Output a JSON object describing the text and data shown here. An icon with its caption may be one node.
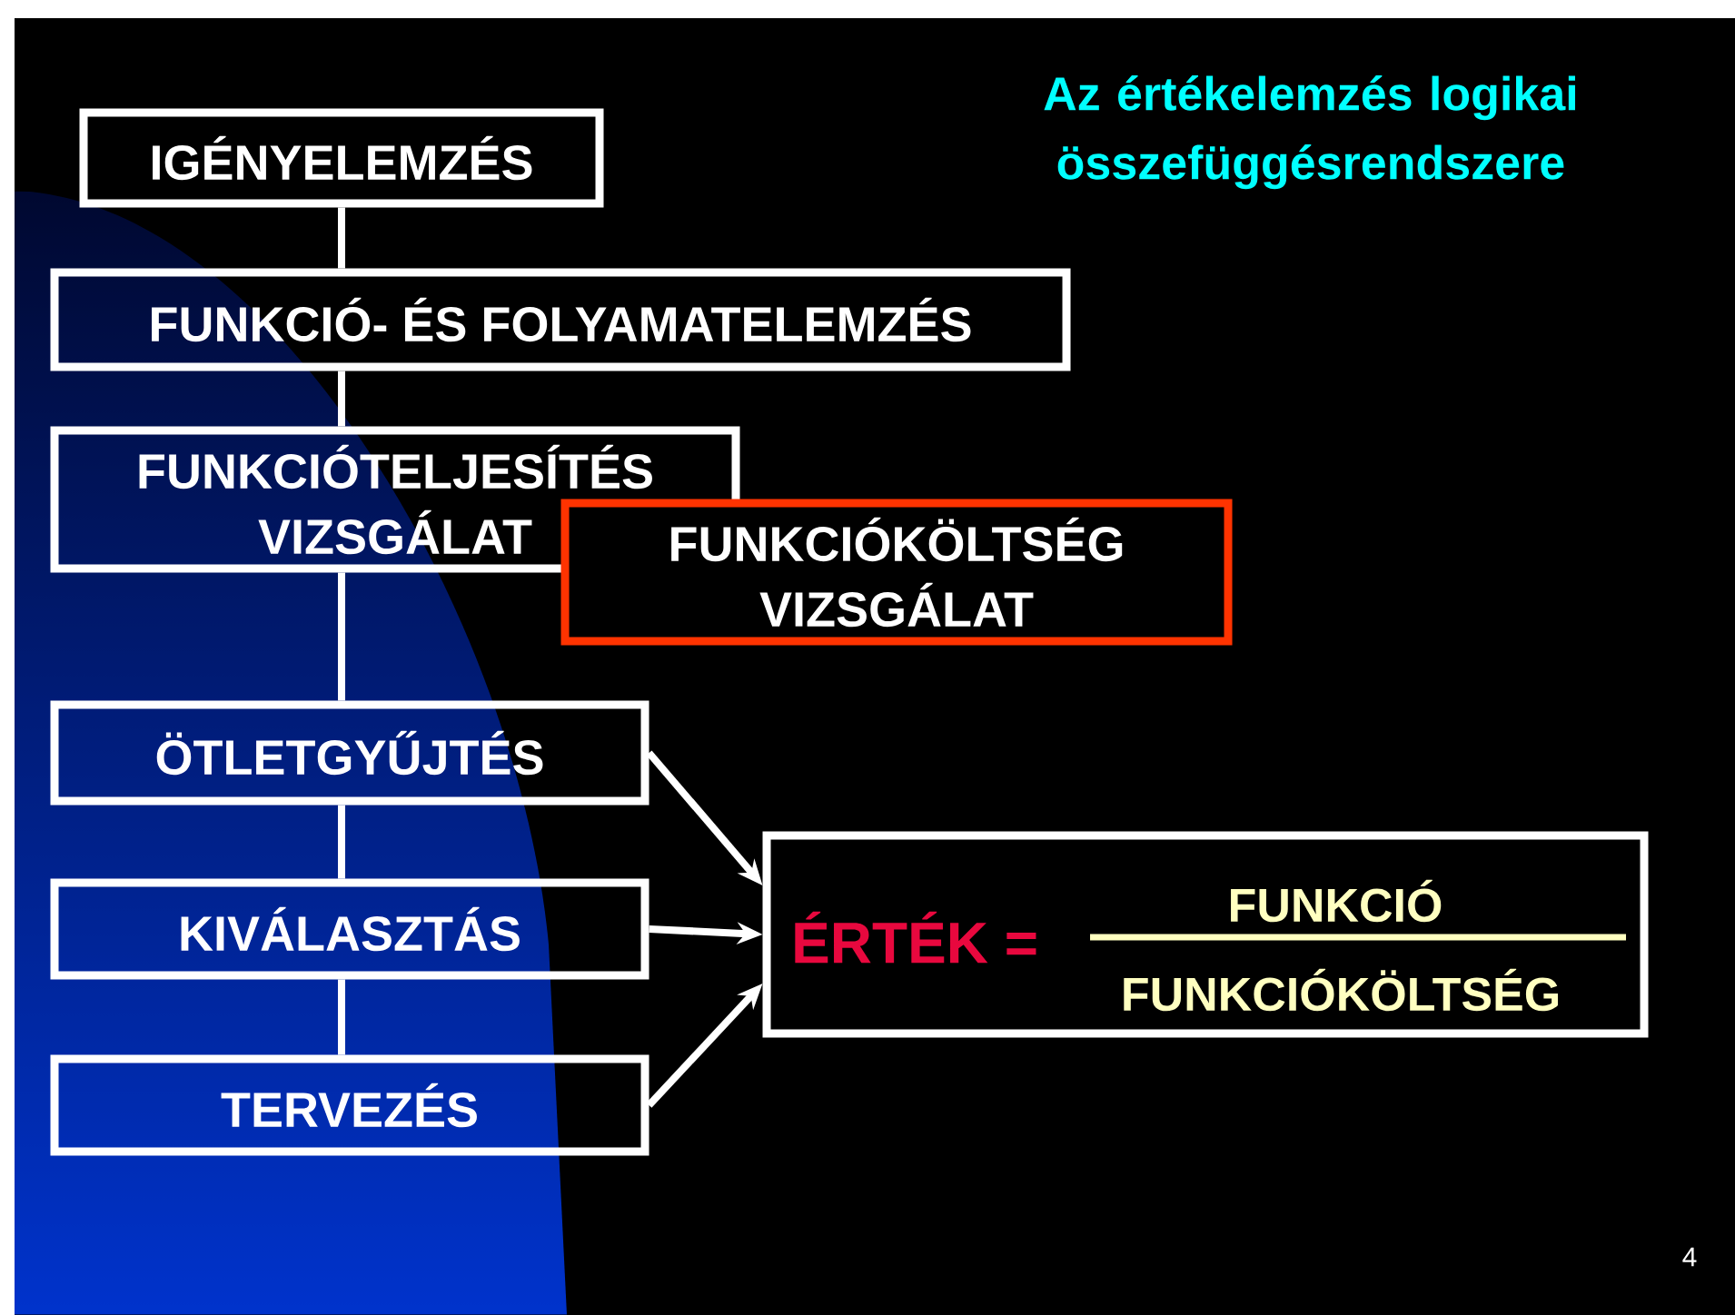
{
  "diagram": {
    "title": "Az értékelemzés logikai összefüggésrendszere",
    "nodes": [
      {
        "text": [
          "IGÉNYELEMZÉS"
        ]
      },
      {
        "text": [
          "FUNKCIÓ- ÉS FOLYAMATELEMZÉS"
        ]
      },
      {
        "text": [
          "FUNKCIÓTELJESÍTÉS VIZSGÁLAT"
        ]
      },
      {
        "text": [
          "FUNKCIÓKÖLTSÉG VIZSGÁLAT"
        ]
      },
      {
        "text": [
          "ÖTLETGYŰJTÉS"
        ]
      },
      {
        "text": [
          "KIVÁLASZTÁS"
        ]
      },
      {
        "text": [
          "TERVEZÉS"
        ]
      },
      {
        "text": [
          "ÉRTÉK =",
          "FUNKCIÓ",
          "FUNKCIÓKÖLTSÉG"
        ]
      }
    ],
    "edges": [
      {
        "from": 0,
        "to": 1,
        "arrow": "none"
      },
      {
        "from": 1,
        "to": 2,
        "arrow": "none"
      },
      {
        "from": 2,
        "to": 4,
        "arrow": "none"
      },
      {
        "from": 4,
        "to": 5,
        "arrow": "none"
      },
      {
        "from": 5,
        "to": 6,
        "arrow": "none"
      },
      {
        "from": 4,
        "to": 7,
        "arrow": "to"
      },
      {
        "from": 5,
        "to": 7,
        "arrow": "to"
      },
      {
        "from": 6,
        "to": 7,
        "arrow": "to"
      }
    ],
    "labels": [
      "4"
    ]
  }
}
